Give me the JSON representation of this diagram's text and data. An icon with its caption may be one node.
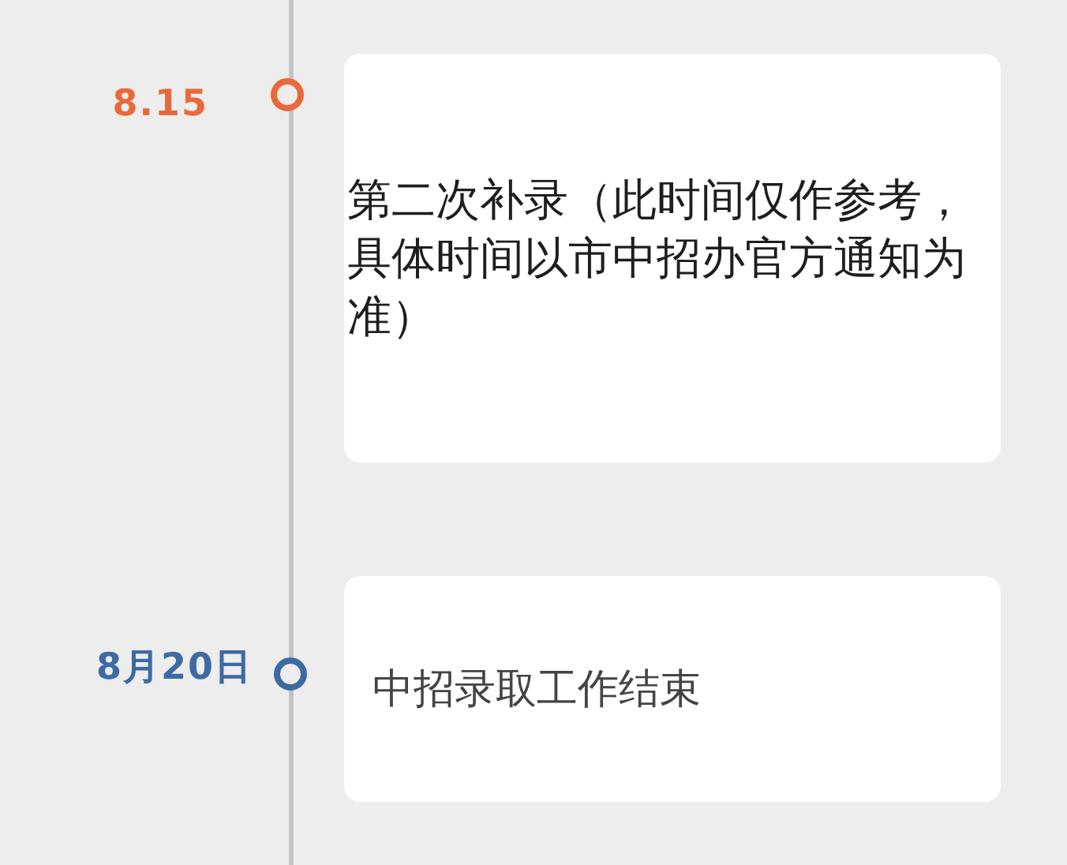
{
  "diagram": {
    "nodes": [
      {
        "text": [
          "第二次补录（此时间仅作参考，具体时间以市中招办官方通知为准）"
        ],
        "beside": [
          "8.15"
        ]
      },
      {
        "text": [
          "中招录取工作结束"
        ],
        "beside": [
          "8月20日"
        ]
      }
    ]
  }
}
